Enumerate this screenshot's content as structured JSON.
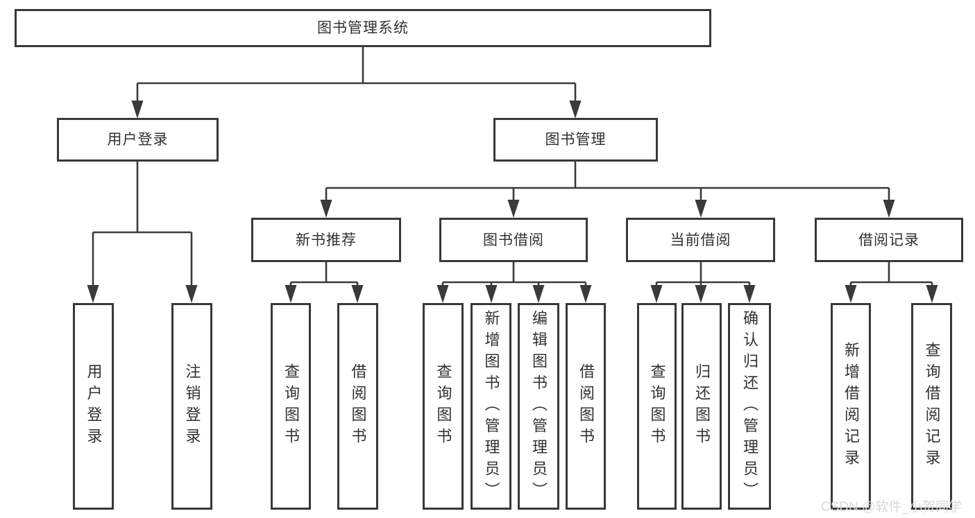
{
  "tree": {
    "root": {
      "label": "图书管理系统",
      "children": [
        {
          "label": "用户登录",
          "children": [
            {
              "label": "用户登录"
            },
            {
              "label": "注销登录"
            }
          ]
        },
        {
          "label": "图书管理",
          "children": [
            {
              "label": "新书推荐",
              "children": [
                {
                  "label": "查询图书"
                },
                {
                  "label": "借阅图书"
                }
              ]
            },
            {
              "label": "图书借阅",
              "children": [
                {
                  "label": "查询图书"
                },
                {
                  "label": "新增图书（管理员）"
                },
                {
                  "label": "编辑图书（管理员）"
                },
                {
                  "label": "借阅图书"
                }
              ]
            },
            {
              "label": "当前借阅",
              "children": [
                {
                  "label": "查询图书"
                },
                {
                  "label": "归还图书"
                },
                {
                  "label": "确认归还（管理员）"
                }
              ]
            },
            {
              "label": "借阅记录",
              "children": [
                {
                  "label": "新增借阅记录"
                },
                {
                  "label": "查询借阅记录"
                }
              ]
            }
          ]
        }
      ]
    }
  },
  "watermark": {
    "text": "CSDN @软件_小贺同学"
  },
  "colors": {
    "line": "#3a3a3a",
    "border": "#383838",
    "text": "#313131",
    "background": "#ffffff",
    "watermark": "#d9d9d9"
  }
}
